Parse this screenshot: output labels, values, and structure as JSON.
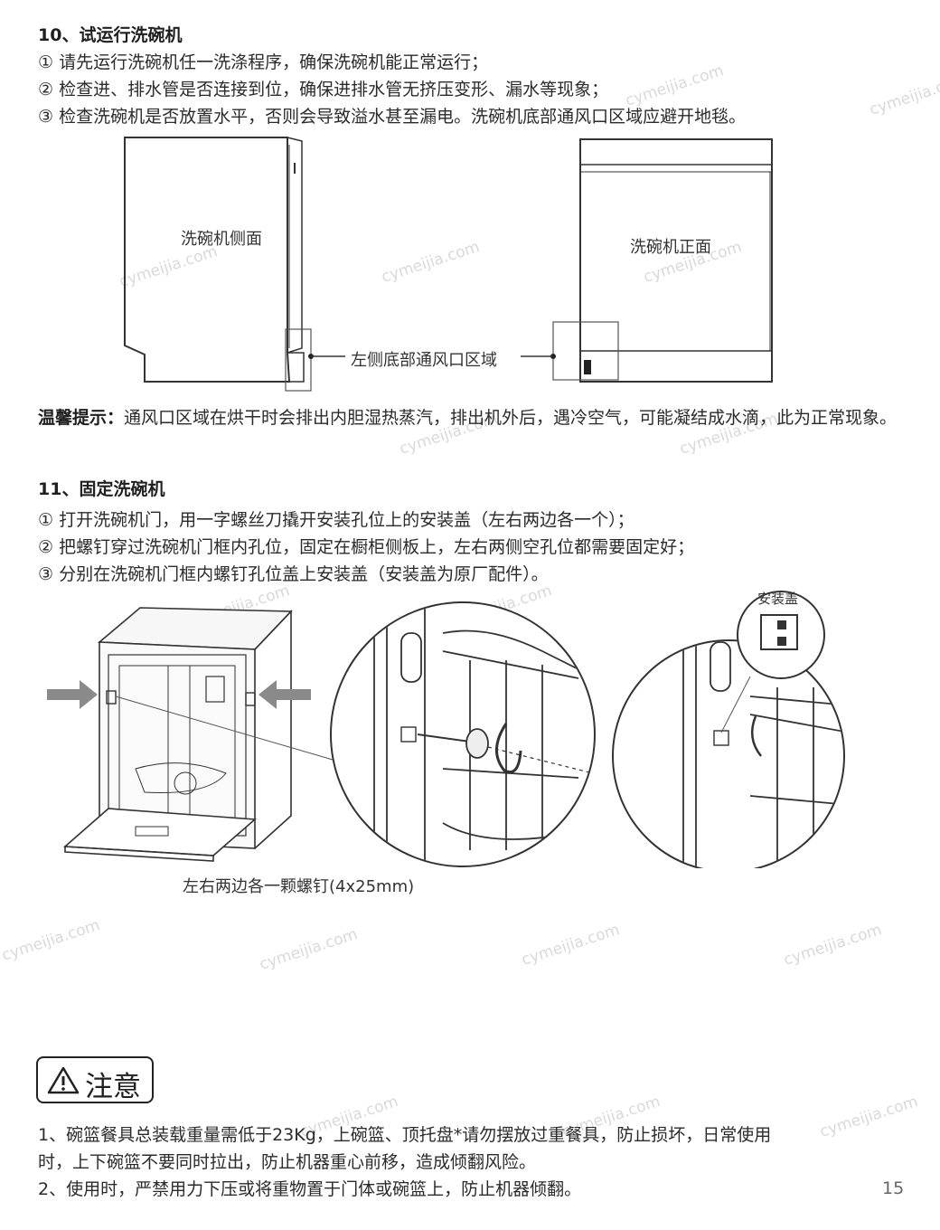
{
  "section10": {
    "title": "10、试运行洗碗机",
    "steps": [
      "① 请先运行洗碗机任一洗涤程序，确保洗碗机能正常运行；",
      "② 检查进、排水管是否连接到位，确保进排水管无挤压变形、漏水等现象；",
      "③ 检查洗碗机是否放置水平，否则会导致溢水甚至漏电。洗碗机底部通风口区域应避开地毯。"
    ],
    "diagram": {
      "side_label": "洗碗机侧面",
      "front_label": "洗碗机正面",
      "vent_label": "左侧底部通风口区域"
    },
    "tip_heading": "温馨提示：",
    "tip_text": "通风口区域在烘干时会排出内胆湿热蒸汽，排出机外后，遇冷空气，可能凝结成水滴，此为正常现象。"
  },
  "section11": {
    "title": "11、固定洗碗机",
    "steps": [
      "① 打开洗碗机门，用一字螺丝刀撬开安装孔位上的安装盖（左右两边各一个）；",
      "② 把螺钉穿过洗碗机门框内孔位，固定在橱柜侧板上，左右两侧空孔位都需要固定好；",
      "③ 分别在洗碗机门框内螺钉孔位盖上安装盖（安装盖为原厂配件）。"
    ],
    "cover_label": "安装盖",
    "screw_caption": "左右两边各一颗螺钉(4x25mm)"
  },
  "caution": {
    "icon": "warning-triangle-icon",
    "label": "注意",
    "line1": "1、碗篮餐具总装载重量需低于23Kg，上碗篮、顶托盘*请勿摆放过重餐具，防止损坏，日常使用",
    "line2": "时，上下碗篮不要同时拉出，防止机器重心前移，造成倾翻风险。",
    "line3": "2、使用时，严禁用力下压或将重物置于门体或碗篮上，防止机器倾翻。"
  },
  "page_number": "15",
  "watermark": "cymeijia.com"
}
